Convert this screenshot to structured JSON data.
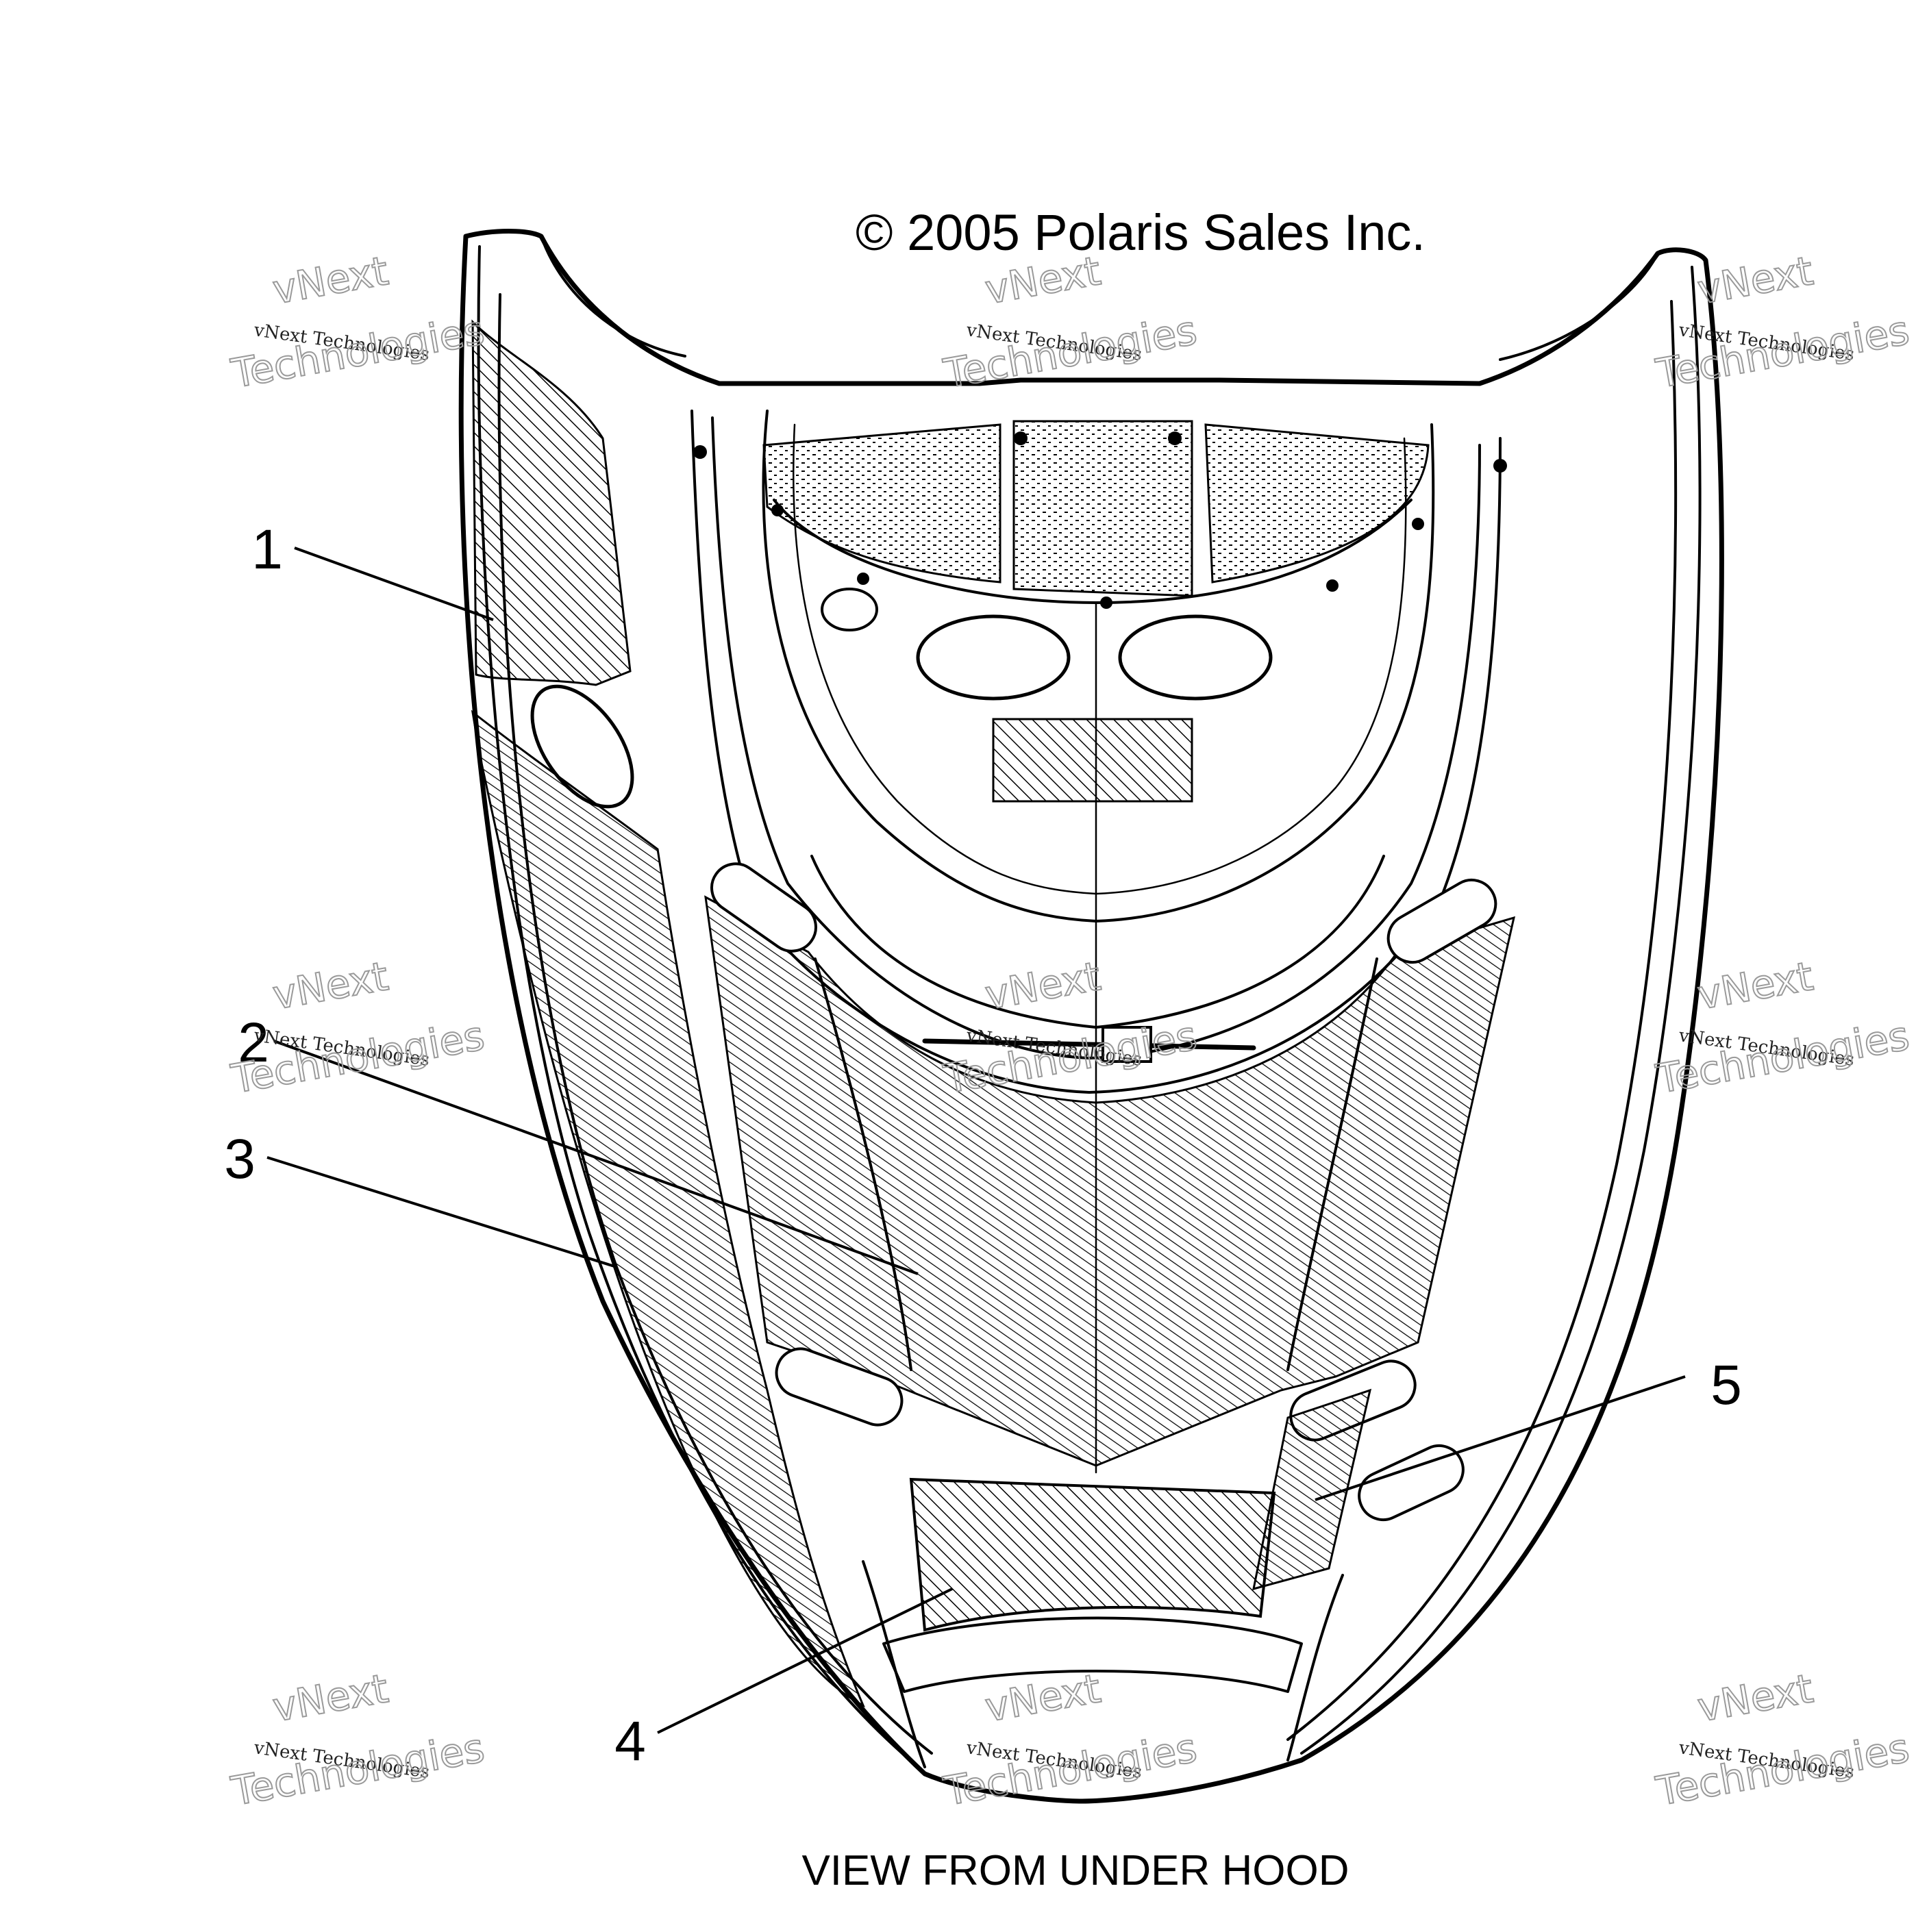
{
  "copyright": "© 2005 Polaris Sales Inc.",
  "caption": "VIEW FROM UNDER HOOD",
  "callouts": [
    {
      "id": "1",
      "label": "1"
    },
    {
      "id": "2",
      "label": "2"
    },
    {
      "id": "3",
      "label": "3"
    },
    {
      "id": "4",
      "label": "4"
    },
    {
      "id": "5",
      "label": "5"
    }
  ],
  "watermark": {
    "small_text": "vNext Technologies",
    "big_line1": "vNext",
    "big_line2": "Technologies"
  }
}
